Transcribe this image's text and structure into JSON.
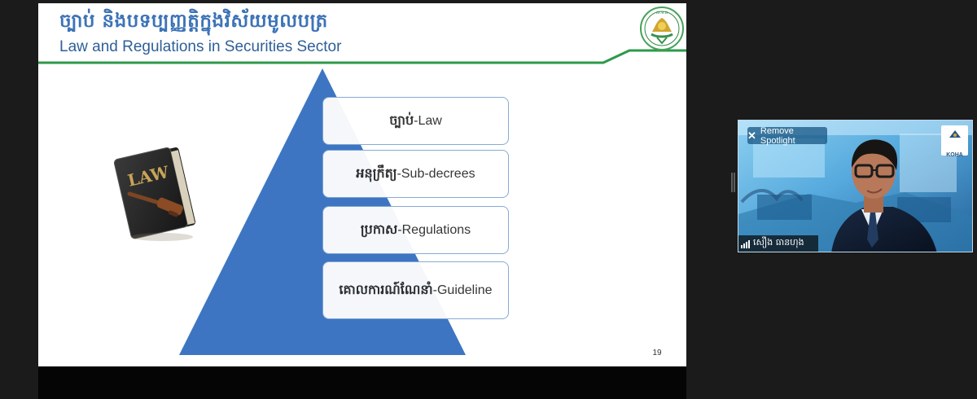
{
  "slide": {
    "title_khmer": "ច្បាប់ និងបទប្បញ្ញត្តិក្នុងវិស័យមូលបត្រ",
    "title_english": "Law and Regulations in Securities Sector",
    "levels": [
      {
        "khmer": "ច្បាប់",
        "english": "-Law"
      },
      {
        "khmer": "អនុក្រឹត្យ",
        "english": "-Sub-decrees"
      },
      {
        "khmer": "ប្រកាស",
        "english": "-Regulations"
      },
      {
        "khmer": "គោលការណ៍ណែនាំ",
        "english": "-Guideline"
      }
    ],
    "book_label": "LAW",
    "page_number": "19",
    "colors": {
      "title_blue": "#3c73b7",
      "pyramid_blue": "#3c73bd",
      "accent_green": "#2d9a49",
      "box_border": "#7fa7d3"
    }
  },
  "video": {
    "spotlight_label": "Remove Spotlight",
    "participant_name": "សឿង ធានហុង",
    "logo_text": "KOHA",
    "icons": [
      "close-icon",
      "signal-strength-icon"
    ]
  },
  "sidebar": {
    "ellipsis_icon": "more-icon"
  }
}
